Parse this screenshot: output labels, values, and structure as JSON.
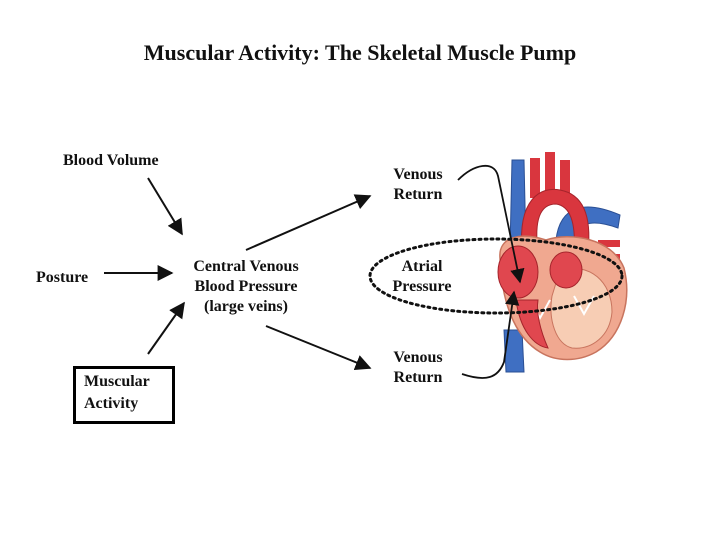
{
  "title": "Muscular Activity: The Skeletal Muscle Pump",
  "nodes": {
    "blood_volume": "Blood Volume",
    "posture": "Posture",
    "muscular_activity_line1": "Muscular",
    "muscular_activity_line2": "Activity",
    "cvp_line1": "Central Venous",
    "cvp_line2": "Blood Pressure",
    "cvp_line3": "(large veins)",
    "venous_return_top_line1": "Venous",
    "venous_return_top_line2": "Return",
    "atrial_pressure_line1": "Atrial",
    "atrial_pressure_line2": "Pressure",
    "venous_return_bottom_line1": "Venous",
    "venous_return_bottom_line2": "Return"
  },
  "colors": {
    "artery_red": "#d9363e",
    "vein_blue": "#3f6fc2",
    "muscle_pink": "#f0a890",
    "muscle_light": "#f7cdb4",
    "arrow": "#111111"
  },
  "icons": {
    "heart": "heart-illustration"
  }
}
